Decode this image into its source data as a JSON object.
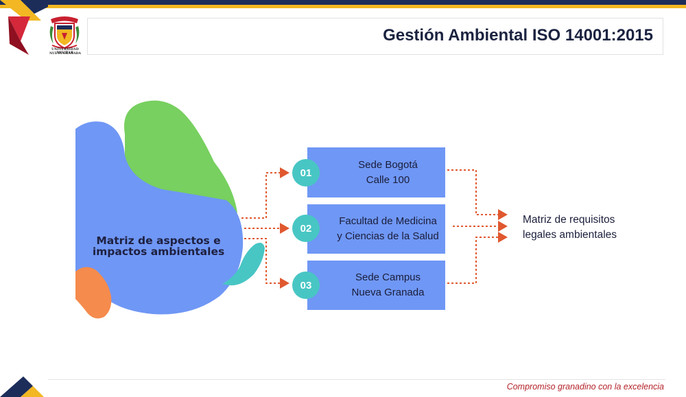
{
  "header": {
    "title": "Gestión Ambiental ISO 14001:2015",
    "logo": {
      "line1": "UNIVERSIDAD MILITAR",
      "line2": "NUEVA GRANADA"
    }
  },
  "diagram": {
    "source_label": "Matriz de aspectos e impactos ambientales",
    "steps": [
      {
        "number": "01",
        "line1": "Sede Bogotá",
        "line2": "Calle 100"
      },
      {
        "number": "02",
        "line1": "Facultad de Medicina",
        "line2": "y Ciencias de la Salud"
      },
      {
        "number": "03",
        "line1": "Sede Campus",
        "line2": "Nueva Granada"
      }
    ],
    "result_label": "Matriz de requisitos legales ambientales"
  },
  "footer": {
    "tagline": "Compromiso granadino con la excelencia"
  },
  "colors": {
    "navy": "#1c2d5a",
    "gold": "#f2b722",
    "crimson": "#b4232a",
    "box_blue": "#6f97f5",
    "teal": "#48c6c4",
    "green": "#77d05f",
    "orange": "#f58b4c",
    "arrow": "#e0582f"
  }
}
